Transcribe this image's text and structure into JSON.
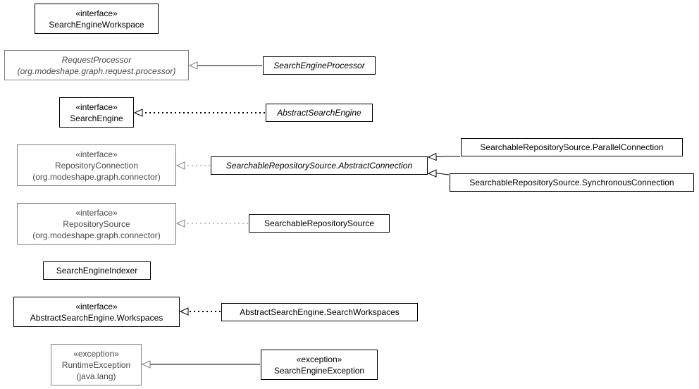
{
  "nodes": {
    "search_engine_workspace": {
      "stereotype": "«interface»",
      "name": "SearchEngineWorkspace"
    },
    "request_processor": {
      "name": "RequestProcessor",
      "package": "(org.modeshape.graph.request.processor)"
    },
    "search_engine_processor": {
      "name": "SearchEngineProcessor"
    },
    "search_engine": {
      "stereotype": "«interface»",
      "name": "SearchEngine"
    },
    "abstract_search_engine": {
      "name": "AbstractSearchEngine"
    },
    "repository_connection": {
      "stereotype": "«interface»",
      "name": "RepositoryConnection",
      "package": "(org.modeshape.graph.connector)"
    },
    "abstract_connection": {
      "name": "SearchableRepositorySource.AbstractConnection"
    },
    "parallel_connection": {
      "name": "SearchableRepositorySource.ParallelConnection"
    },
    "synchronous_connection": {
      "name": "SearchableRepositorySource.SynchronousConnection"
    },
    "repository_source": {
      "stereotype": "«interface»",
      "name": "RepositorySource",
      "package": "(org.modeshape.graph.connector)"
    },
    "searchable_repository_source": {
      "name": "SearchableRepositorySource"
    },
    "search_engine_indexer": {
      "name": "SearchEngineIndexer"
    },
    "workspaces": {
      "stereotype": "«interface»",
      "name": "AbstractSearchEngine.Workspaces"
    },
    "search_workspaces": {
      "name": "AbstractSearchEngine.SearchWorkspaces"
    },
    "runtime_exception": {
      "stereotype": "«exception»",
      "name": "RuntimeException",
      "package": "(java.lang)"
    },
    "search_engine_exception": {
      "stereotype": "«exception»",
      "name": "SearchEngineException"
    }
  },
  "edges": [
    {
      "from": "search_engine_processor",
      "to": "request_processor",
      "kind": "extends"
    },
    {
      "from": "abstract_search_engine",
      "to": "search_engine",
      "kind": "implements"
    },
    {
      "from": "abstract_connection",
      "to": "repository_connection",
      "kind": "implements"
    },
    {
      "from": "parallel_connection",
      "to": "abstract_connection",
      "kind": "extends"
    },
    {
      "from": "synchronous_connection",
      "to": "abstract_connection",
      "kind": "extends"
    },
    {
      "from": "searchable_repository_source",
      "to": "repository_source",
      "kind": "implements"
    },
    {
      "from": "search_workspaces",
      "to": "workspaces",
      "kind": "implements"
    },
    {
      "from": "search_engine_exception",
      "to": "runtime_exception",
      "kind": "extends"
    }
  ],
  "colors": {
    "line": "#000000",
    "external_border": "#808080",
    "external_text": "#4a4a4a",
    "external_line": "#808080"
  }
}
